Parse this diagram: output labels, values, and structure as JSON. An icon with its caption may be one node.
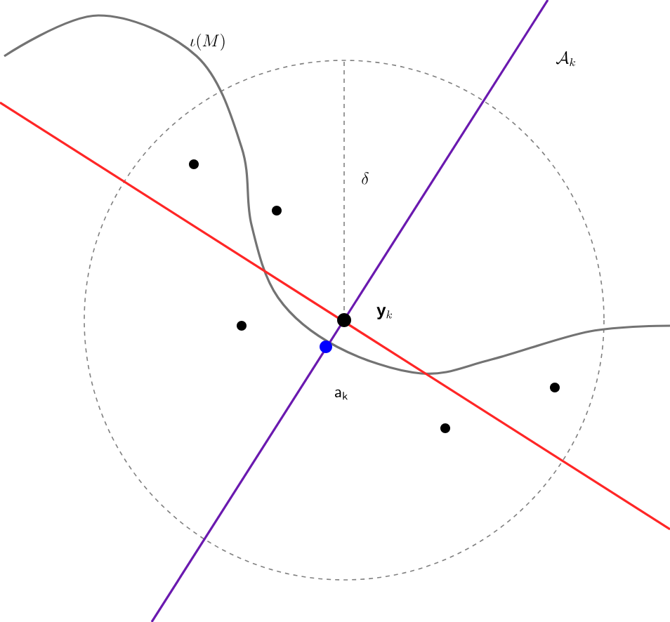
{
  "diagram": {
    "labels": [
      "\\iota(M)",
      "\\mathcal{A}_k",
      "\\delta",
      "\\mathbf{y}_k",
      "\\mathsf{a}_\\mathsf{k}"
    ]
  }
}
